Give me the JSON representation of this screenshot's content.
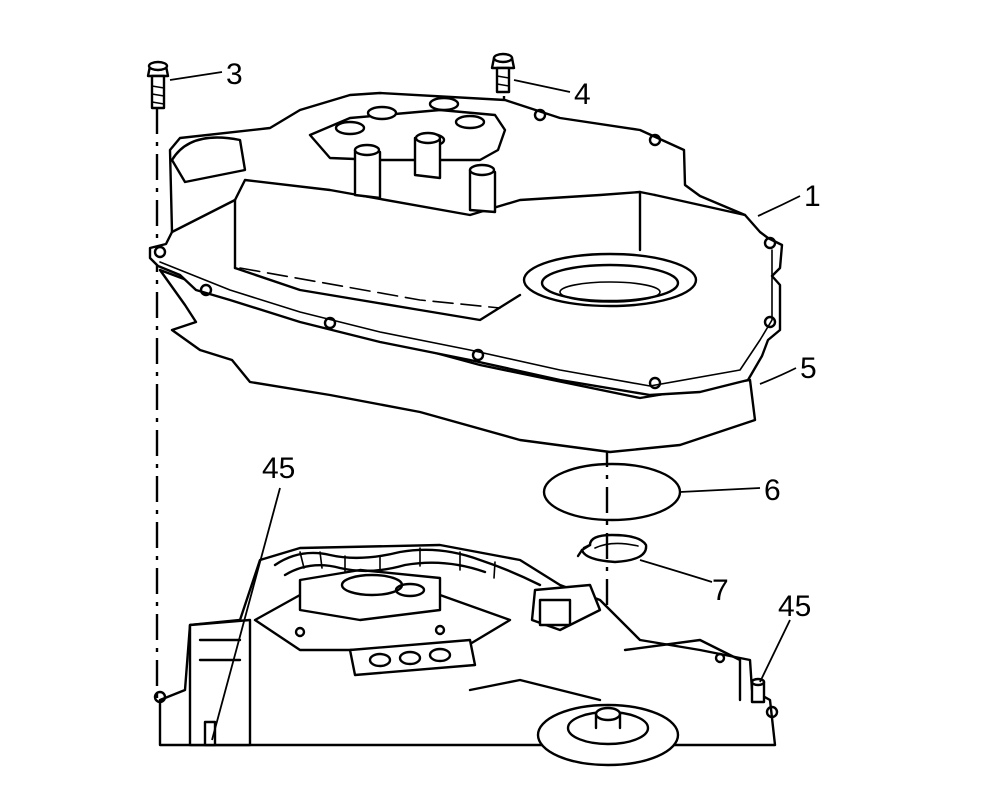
{
  "callouts": {
    "c1": "1",
    "c3": "3",
    "c4": "4",
    "c5": "5",
    "c6": "6",
    "c7": "7",
    "c45_left": "45",
    "c45_right": "45"
  },
  "colors": {
    "line": "#000000",
    "background": "#ffffff"
  }
}
